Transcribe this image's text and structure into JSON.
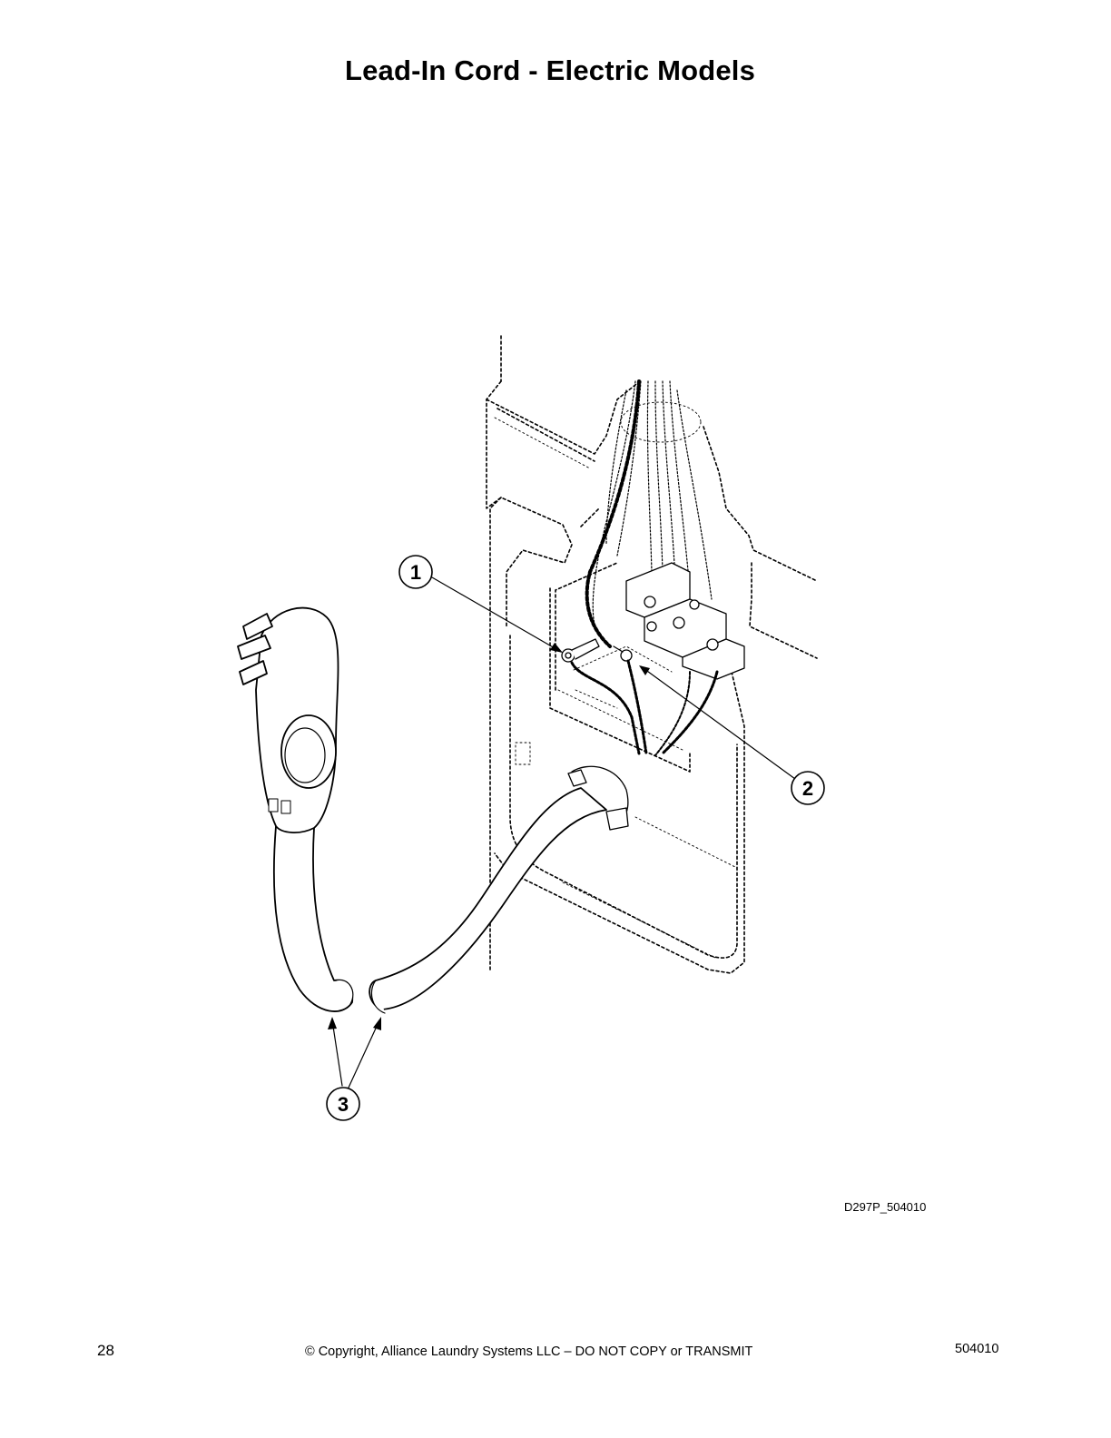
{
  "page": {
    "title": "Lead-In Cord - Electric Models",
    "figure_code": "D297P_504010",
    "footer": {
      "page_number": "28",
      "copyright": "© Copyright, Alliance Laundry Systems LLC – DO NOT COPY or TRANSMIT",
      "document_number": "504010"
    }
  },
  "figure": {
    "callouts": [
      "1",
      "2",
      "3"
    ]
  }
}
